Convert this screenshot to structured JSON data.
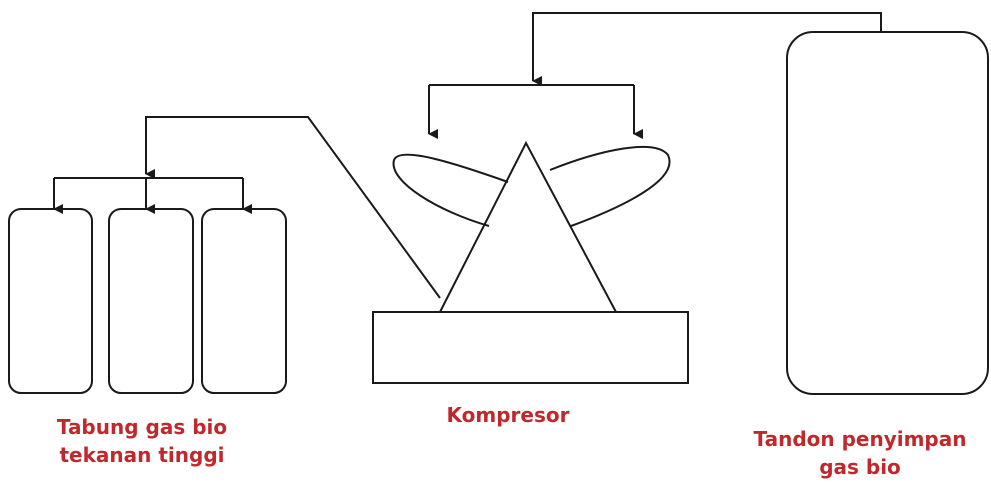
{
  "labels": {
    "cylinders": [
      "Tabung gas bio",
      "tekanan tinggi"
    ],
    "compressor": [
      "Kompresor"
    ],
    "storage": [
      "Tandon penyimpan",
      "gas bio"
    ]
  },
  "colors": {
    "label_text": "#c0282d",
    "line": "#1a1a1a"
  }
}
